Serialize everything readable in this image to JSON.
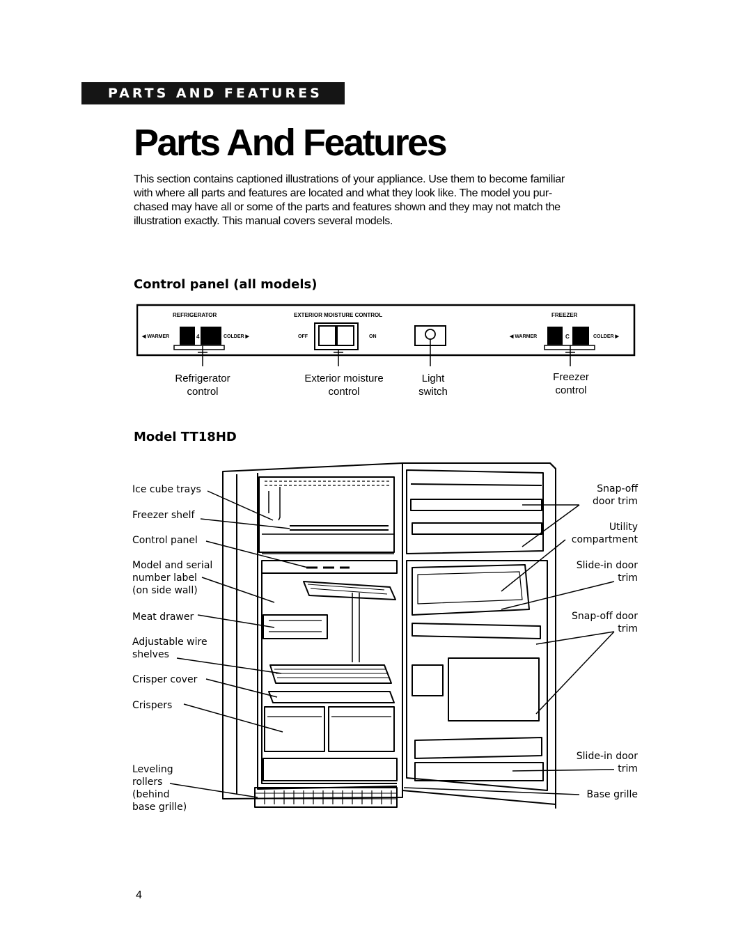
{
  "banner": "PARTS AND FEATURES",
  "title": "Parts And Features",
  "intro_lines": [
    "This section contains captioned illustrations of your appliance. Use them to become familiar",
    "with where all parts and features are located and what they look like. The model you pur-",
    "chased may have all or some of the parts and features shown and they may not match the",
    "illustration exactly. This manual covers several models."
  ],
  "control_panel": {
    "heading": "Control panel (all models)",
    "panel_text": {
      "refrigerator": "REFRIGERATOR",
      "moisture": "EXTERIOR MOISTURE CONTROL",
      "freezer": "FREEZER",
      "warmer": "◀ WARMER",
      "colder": "COLDER ▶",
      "off": "OFF",
      "on": "ON",
      "ref_setting": "4",
      "frz_setting": "C"
    },
    "captions": {
      "refrigerator": [
        "Refrigerator",
        "control"
      ],
      "moisture": [
        "Exterior moisture",
        "control"
      ],
      "light": [
        "Light",
        "switch"
      ],
      "freezer": [
        "Freezer",
        "control"
      ]
    }
  },
  "model": {
    "heading": "Model TT18HD",
    "left_labels": {
      "ice_cube_trays": "Ice cube trays",
      "freezer_shelf": "Freezer shelf",
      "control_panel": "Control panel",
      "model_serial": [
        "Model and serial",
        "number label",
        "(on side wall)"
      ],
      "meat_drawer": "Meat drawer",
      "wire_shelves": [
        "Adjustable wire",
        "shelves"
      ],
      "crisper_cover": "Crisper cover",
      "crispers": "Crispers",
      "leveling_rollers": [
        "Leveling",
        "rollers",
        "(behind",
        "base grille)"
      ]
    },
    "right_labels": {
      "snapoff_trim_top": [
        "Snap-off",
        "door trim"
      ],
      "utility": [
        "Utility",
        "compartment"
      ],
      "slidein_trim_top": [
        "Slide-in door",
        "trim"
      ],
      "snapoff_trim_mid": [
        "Snap-off door",
        "trim"
      ],
      "slidein_trim_bottom": [
        "Slide-in door",
        "trim"
      ],
      "base_grille": "Base grille"
    }
  },
  "page_number": "4"
}
